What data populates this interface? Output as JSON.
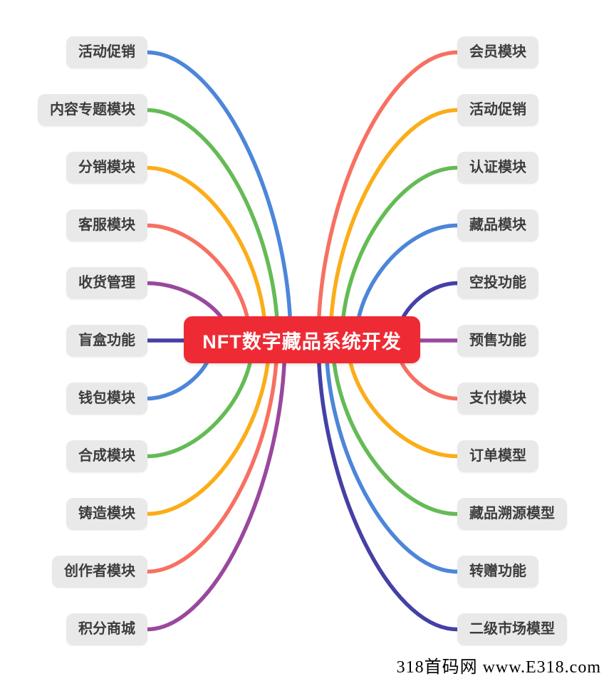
{
  "root": {
    "label": "NFT数字藏品系统开发",
    "bg_color": "#EE2B34",
    "text_color": "#FFFFFF"
  },
  "palette": {
    "blue": "#4C86D9",
    "green": "#64BB55",
    "yellow": "#FBAD19",
    "salmon": "#F77062",
    "purple": "#99489D",
    "indigo": "#4540A5",
    "node_bg": "#E9E9E9",
    "node_text": "#3C3C3C",
    "background": "#FFFFFF"
  },
  "left_nodes": [
    {
      "label": "活动促销",
      "color": "blue"
    },
    {
      "label": "内容专题模块",
      "color": "green"
    },
    {
      "label": "分销模块",
      "color": "yellow"
    },
    {
      "label": "客服模块",
      "color": "salmon"
    },
    {
      "label": "收货管理",
      "color": "purple"
    },
    {
      "label": "盲盒功能",
      "color": "indigo"
    },
    {
      "label": "钱包模块",
      "color": "blue"
    },
    {
      "label": "合成模块",
      "color": "green"
    },
    {
      "label": "铸造模块",
      "color": "yellow"
    },
    {
      "label": "创作者模块",
      "color": "salmon"
    },
    {
      "label": "积分商城",
      "color": "purple"
    }
  ],
  "right_nodes": [
    {
      "label": "会员模块",
      "color": "salmon"
    },
    {
      "label": "活动促销",
      "color": "yellow"
    },
    {
      "label": "认证模块",
      "color": "green"
    },
    {
      "label": "藏品模块",
      "color": "blue"
    },
    {
      "label": "空投功能",
      "color": "indigo"
    },
    {
      "label": "预售功能",
      "color": "purple"
    },
    {
      "label": "支付模块",
      "color": "salmon"
    },
    {
      "label": "订单模型",
      "color": "yellow"
    },
    {
      "label": "藏品溯源模型",
      "color": "green"
    },
    {
      "label": "转赠功能",
      "color": "blue"
    },
    {
      "label": "二级市场模型",
      "color": "indigo"
    }
  ],
  "watermark": {
    "text": "318首码网 www.E318.com"
  }
}
